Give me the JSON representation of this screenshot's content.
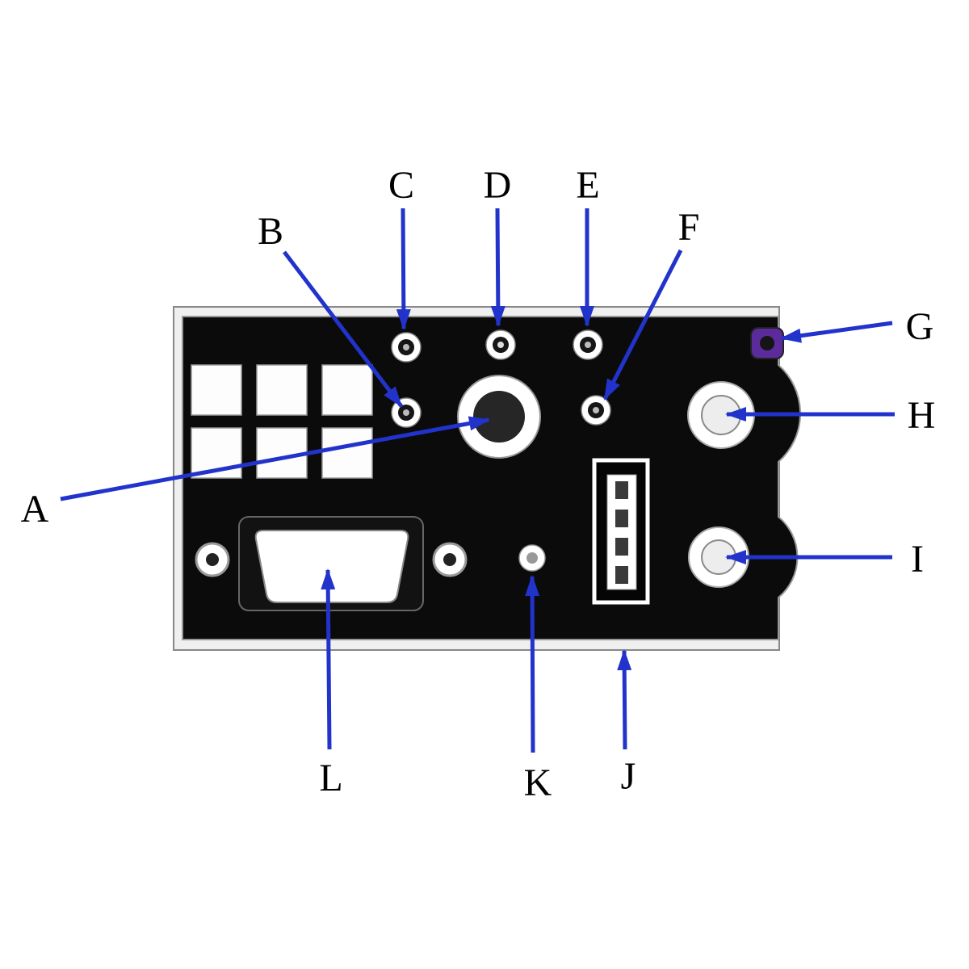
{
  "callouts": [
    {
      "letter": "A"
    },
    {
      "letter": "B"
    },
    {
      "letter": "C"
    },
    {
      "letter": "D"
    },
    {
      "letter": "E"
    },
    {
      "letter": "F"
    },
    {
      "letter": "G"
    },
    {
      "letter": "H"
    },
    {
      "letter": "I"
    },
    {
      "letter": "J"
    },
    {
      "letter": "K"
    },
    {
      "letter": "L"
    }
  ],
  "colors": {
    "arrow": "#2233cc",
    "label": "#000000",
    "panel": "#0b0b0b",
    "frame": "#efefef",
    "ps2_port_purple": "#5b2b9b"
  }
}
